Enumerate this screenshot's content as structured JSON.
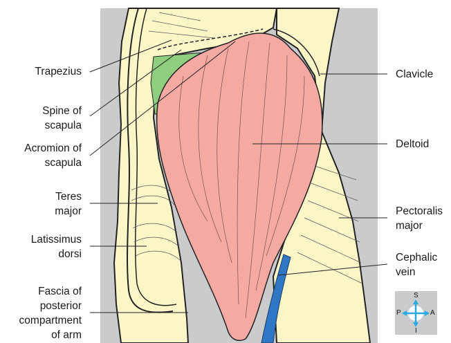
{
  "colors": {
    "background_gray": "#c9cbcd",
    "skin": "#fbf6c8",
    "deltoid": "#f4a9a3",
    "trapezius_patch": "#8fcd7f",
    "cephalic_vein": "#2f77c4",
    "compass_arrow": "#29a9e1"
  },
  "labels": {
    "trapezius": "Trapezius",
    "spine_of_scapula": "Spine of\nscapula",
    "acromion": "Acromion of\nscapula",
    "teres_major": "Teres\nmajor",
    "latissimus_dorsi": "Latissimus\ndorsi",
    "fascia": "Fascia of\nposterior\ncompartment\nof arm",
    "clavicle": "Clavicle",
    "deltoid": "Deltoid",
    "pectoralis_major": "Pectoralis\nmajor",
    "cephalic_vein": "Cephalic\nvein"
  },
  "compass": {
    "superior": "S",
    "inferior": "I",
    "posterior": "P",
    "anterior": "A",
    "icon": "orientation-compass-icon"
  }
}
